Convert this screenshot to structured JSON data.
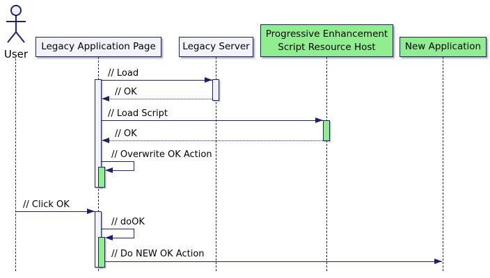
{
  "diagram": {
    "type": "uml-sequence-diagram"
  },
  "colors": {
    "line": "#1f1f70",
    "text": "#000000",
    "background": "#ffffff",
    "participant-fill": "#f2f2fb",
    "activation-fill": "#f2f2fb",
    "highlight-fill": "#90ee90"
  },
  "actor": {
    "name": "User"
  },
  "participants": [
    {
      "label": "Legacy Application Page",
      "highlighted": false
    },
    {
      "label": "Legacy Server",
      "highlighted": false
    },
    {
      "label": "Progressive Enhancement Script Resource Host",
      "highlighted": true
    },
    {
      "label": "New Application",
      "highlighted": true
    }
  ],
  "messages": [
    {
      "label": "// Load",
      "from": "Legacy Application Page",
      "to": "Legacy Server",
      "style": "solid"
    },
    {
      "label": "// OK",
      "from": "Legacy Server",
      "to": "Legacy Application Page",
      "style": "dotted-return"
    },
    {
      "label": "// Load Script",
      "from": "Legacy Application Page",
      "to": "Progressive Enhancement Script Resource Host",
      "style": "solid"
    },
    {
      "label": "// OK",
      "from": "Progressive Enhancement Script Resource Host",
      "to": "Legacy Application Page",
      "style": "dotted-return"
    },
    {
      "label": "// Overwrite OK Action",
      "from": "Legacy Application Page",
      "to": "Legacy Application Page",
      "style": "self"
    },
    {
      "label": "// Click OK",
      "from": "User",
      "to": "Legacy Application Page",
      "style": "solid"
    },
    {
      "label": "// doOK",
      "from": "Legacy Application Page",
      "to": "Legacy Application Page",
      "style": "self"
    },
    {
      "label": "// Do NEW OK Action",
      "from": "Legacy Application Page",
      "to": "New Application",
      "style": "solid"
    }
  ]
}
